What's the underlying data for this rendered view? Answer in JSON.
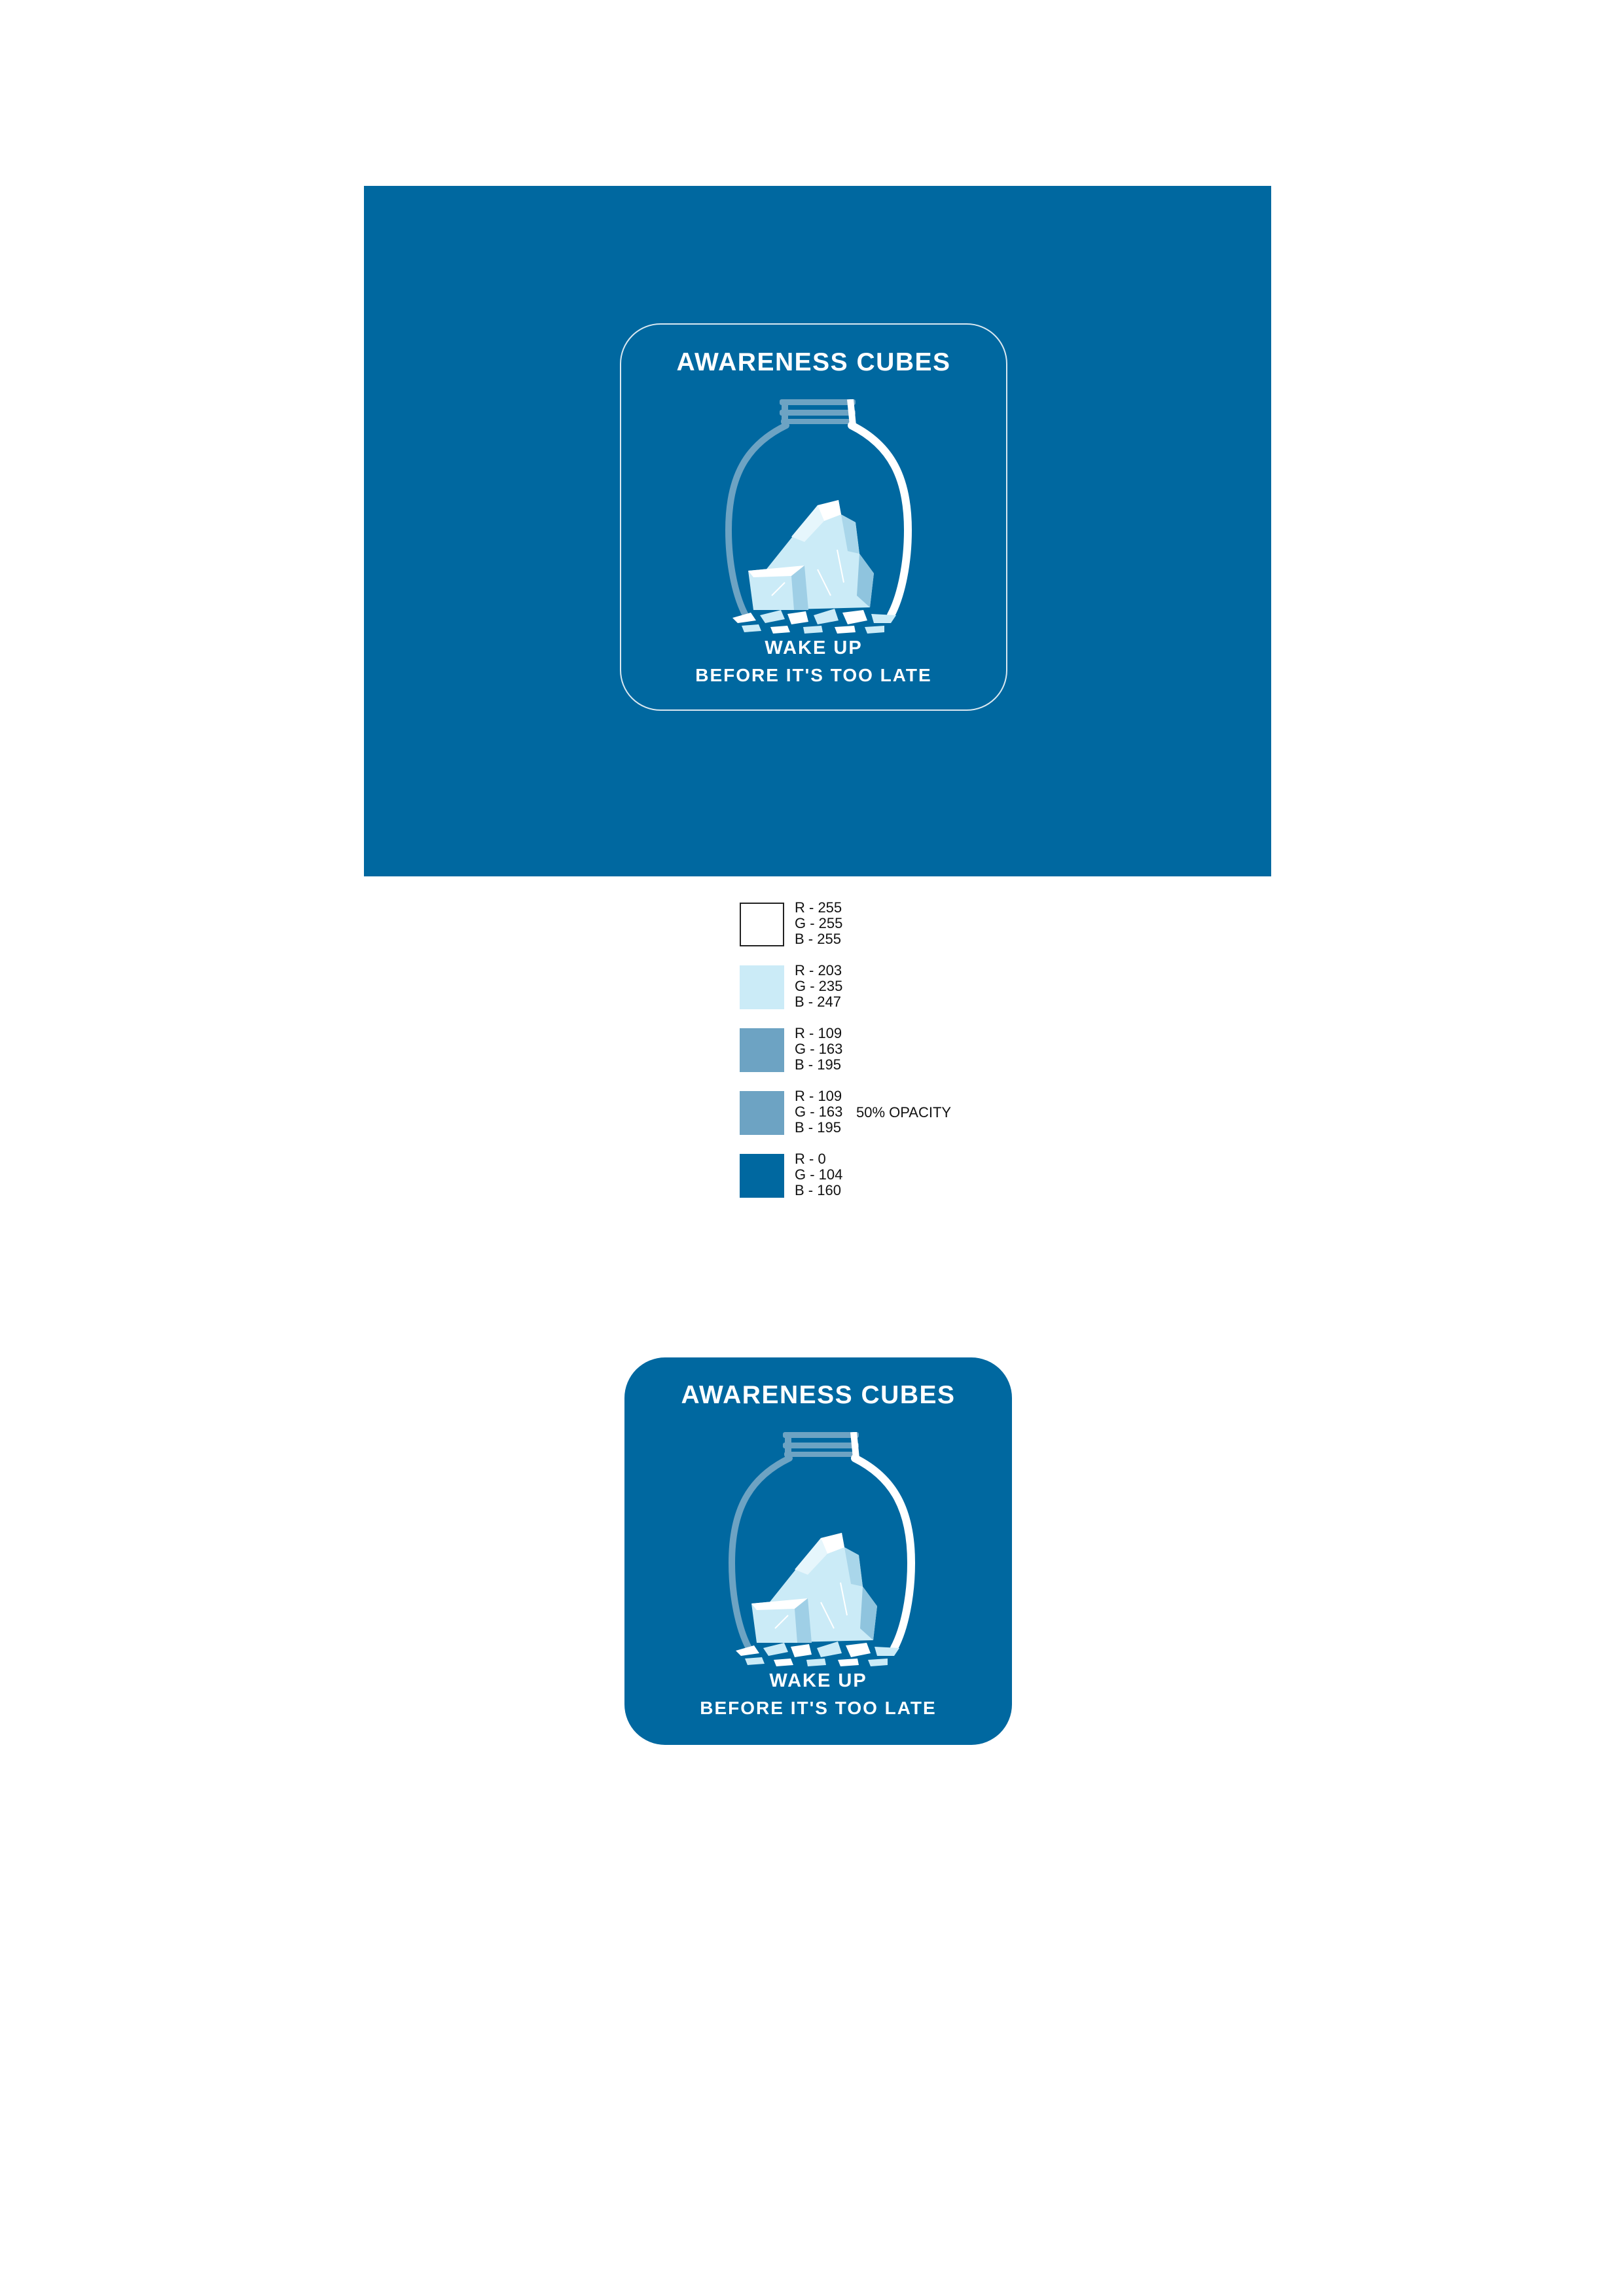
{
  "logo": {
    "title": "AWARENESS CUBES",
    "tagline_1": "WAKE UP",
    "tagline_2": "BEFORE IT'S TOO LATE",
    "icon": "iceberg-in-bottle"
  },
  "colors": {
    "background_blue": "#0068a0",
    "ice_light": "#cbebf7",
    "ice_mid": "#6da3c3",
    "white": "#ffffff"
  },
  "swatches": [
    {
      "r": "R - 255",
      "g": "G - 255",
      "b": "B - 255",
      "color": "#ffffff",
      "note": ""
    },
    {
      "r": "R - 203",
      "g": "G - 235",
      "b": "B - 247",
      "color": "#cbebf7",
      "note": ""
    },
    {
      "r": "R - 109",
      "g": "G - 163",
      "b": "B - 195",
      "color": "#6da3c3",
      "note": ""
    },
    {
      "r": "R - 109",
      "g": "G - 163",
      "b": "B - 195",
      "color": "#6da3c3",
      "note": "50% OPACITY"
    },
    {
      "r": "R - 0",
      "g": "G - 104",
      "b": "B - 160",
      "color": "#0068a0",
      "note": ""
    }
  ]
}
